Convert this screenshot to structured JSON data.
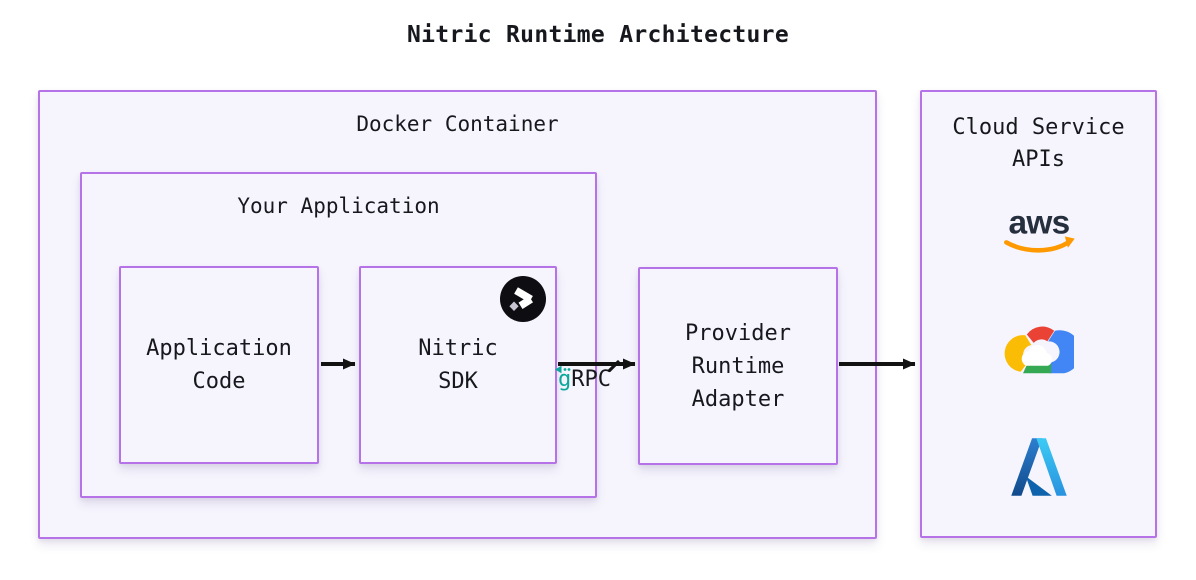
{
  "title": "Nitric Runtime Architecture",
  "docker_container": {
    "label": "Docker Container"
  },
  "your_application": {
    "label": "Your Application"
  },
  "application_code": {
    "label": "Application\nCode"
  },
  "nitric_sdk": {
    "label": "Nitric\nSDK",
    "icon": "nitric-logo"
  },
  "grpc": {
    "g": "g",
    "rpc": "RPC"
  },
  "provider_runtime_adapter": {
    "label": "Provider\nRuntime\nAdapter"
  },
  "cloud_service_apis": {
    "label": "Cloud Service\nAPIs",
    "provider_icons": [
      "aws-logo",
      "google-cloud-logo",
      "azure-logo"
    ]
  },
  "colors": {
    "box_border": "#b573e7",
    "box_fill": "#f6f5fd",
    "arrow": "#121212",
    "text": "#16181d",
    "grpc_teal": "#0aa89c",
    "aws_text": "#252f3e",
    "aws_orange": "#ff9900",
    "gcp_red": "#ea4335",
    "gcp_yellow": "#fbbc05",
    "gcp_green": "#34a853",
    "gcp_blue": "#4285f4",
    "azure_dark_blue": "#114a8b",
    "azure_light_blue": "#3ccbf4",
    "nitric_black": "#0d0d12"
  }
}
